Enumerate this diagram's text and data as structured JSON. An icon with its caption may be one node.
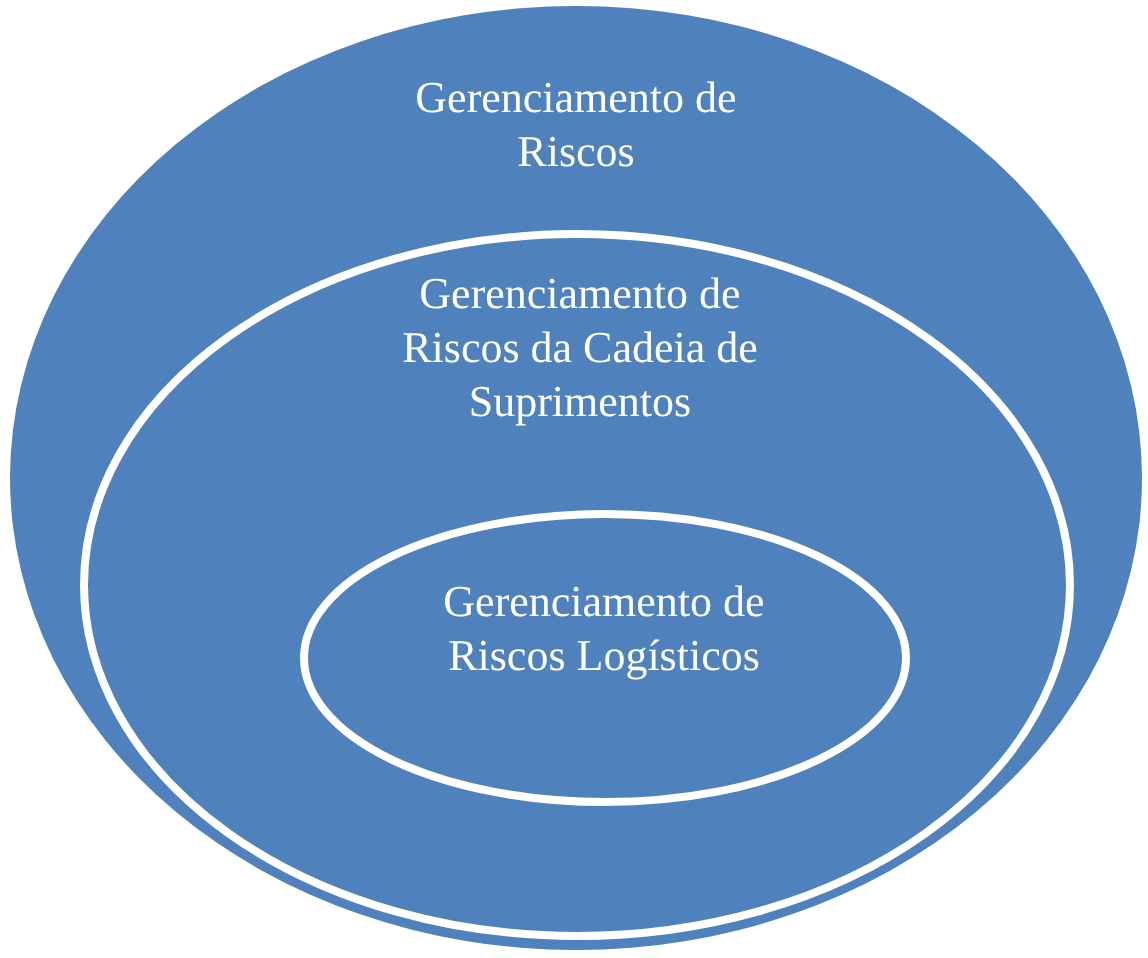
{
  "diagram": {
    "nodes": [
      {
        "text": [
          "Gerenciamento de Riscos"
        ]
      },
      {
        "text": [
          "Gerenciamento de Riscos da Cadeia de Suprimentos"
        ],
        "in": 0
      },
      {
        "text": [
          "Gerenciamento de Riscos Logísticos"
        ],
        "in": 1
      }
    ]
  }
}
